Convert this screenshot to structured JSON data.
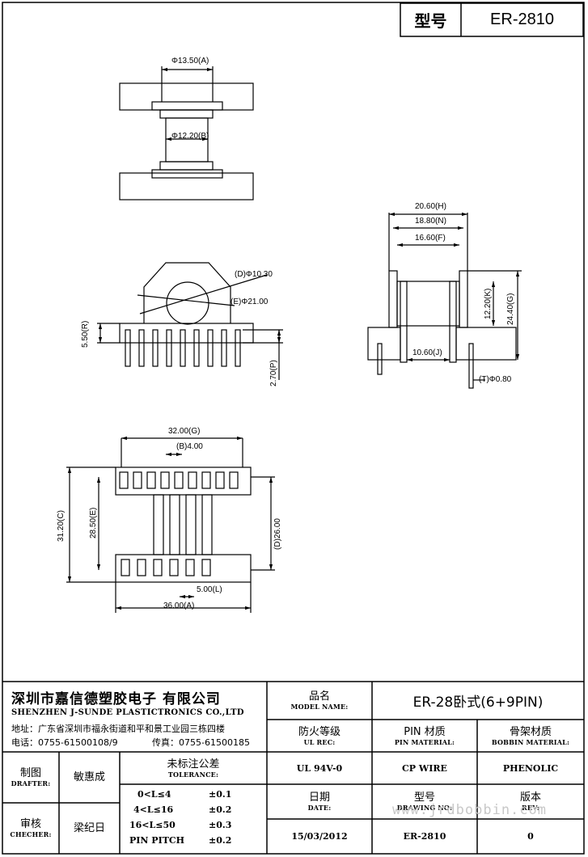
{
  "header": {
    "model_label": "型号",
    "model_value": "ER-2810"
  },
  "dimensions": {
    "top_view": {
      "outer_dia": "Φ13.50",
      "outer_mark": "A",
      "inner_dia": "Φ12.20",
      "inner_mark": "B"
    },
    "front_view": {
      "d1": "Φ10.30",
      "d1_mark": "D",
      "d2": "Φ21.00",
      "d2_mark": "E",
      "h1": "5.50",
      "h1_mark": "R",
      "h2": "2.70",
      "h2_mark": "P"
    },
    "side_view": {
      "w1": "20.60",
      "w1_mark": "H",
      "w2": "18.80",
      "w2_mark": "N",
      "w3": "16.60",
      "w3_mark": "F",
      "h1": "12.20",
      "h1_mark": "K",
      "h2": "24.40",
      "h2_mark": "G",
      "w4": "10.60",
      "w4_mark": "J",
      "pin": "Φ0.80",
      "pin_mark": "T"
    },
    "bottom_view": {
      "w1": "32.00",
      "w1_mark": "G",
      "pitch": "4.00",
      "pitch_mark": "B",
      "h1": "31.20",
      "h1_mark": "C",
      "h2": "28.50",
      "h2_mark": "E",
      "h3": "26.00",
      "h3_mark": "D",
      "w2": "5.00",
      "w2_mark": "L",
      "w3": "36.00",
      "w3_mark": "A"
    }
  },
  "title_block": {
    "company_cn": "深圳市嘉信德塑胶电子 有限公司",
    "company_en": "SHENZHEN J-SUNDE PLASTICTRONICS CO.,LTD",
    "address": "地址：广东省深圳市福永街道和平和景工业园三栋四楼",
    "phone": "电话：0755-61500108/9",
    "fax": "传真：0755-61500185",
    "model_name_cn": "品名",
    "model_name_en": "MODEL NAME:",
    "model_name_value": "ER-28卧式(6+9PIN)",
    "ul_cn": "防火等级",
    "ul_en": "UL REC:",
    "ul_value": "UL 94V-0",
    "pin_mat_cn": "PIN 材质",
    "pin_mat_en": "PIN MATERIAL:",
    "pin_mat_value": "CP WIRE",
    "bobbin_mat_cn": "骨架材质",
    "bobbin_mat_en": "BOBBIN MATERIAL:",
    "bobbin_mat_value": "PHENOLIC",
    "drafter_cn": "制图",
    "drafter_en": "DRAFTER:",
    "drafter_value": "敏惠成",
    "tol_cn": "未标注公差",
    "tol_en": "TOLERANCE:",
    "tolerances": [
      {
        "range": "0<L≤4",
        "value": "±0.1"
      },
      {
        "range": "4<L≤16",
        "value": "±0.2"
      },
      {
        "range": "16<L≤50",
        "value": "±0.3"
      },
      {
        "range": "PIN PITCH",
        "value": "±0.2"
      }
    ],
    "checker_cn": "审核",
    "checker_en": "CHECHER:",
    "checker_value": "梁纪日",
    "date_cn": "日期",
    "date_en": "DATE:",
    "date_value": "15/03/2012",
    "drawing_cn": "型号",
    "drawing_en": "DRAWING NO:",
    "drawing_value": "ER-2810",
    "rev_cn": "版本",
    "rev_en": "REV:",
    "rev_value": "0"
  },
  "watermark": "www.jrdbobbin.com"
}
